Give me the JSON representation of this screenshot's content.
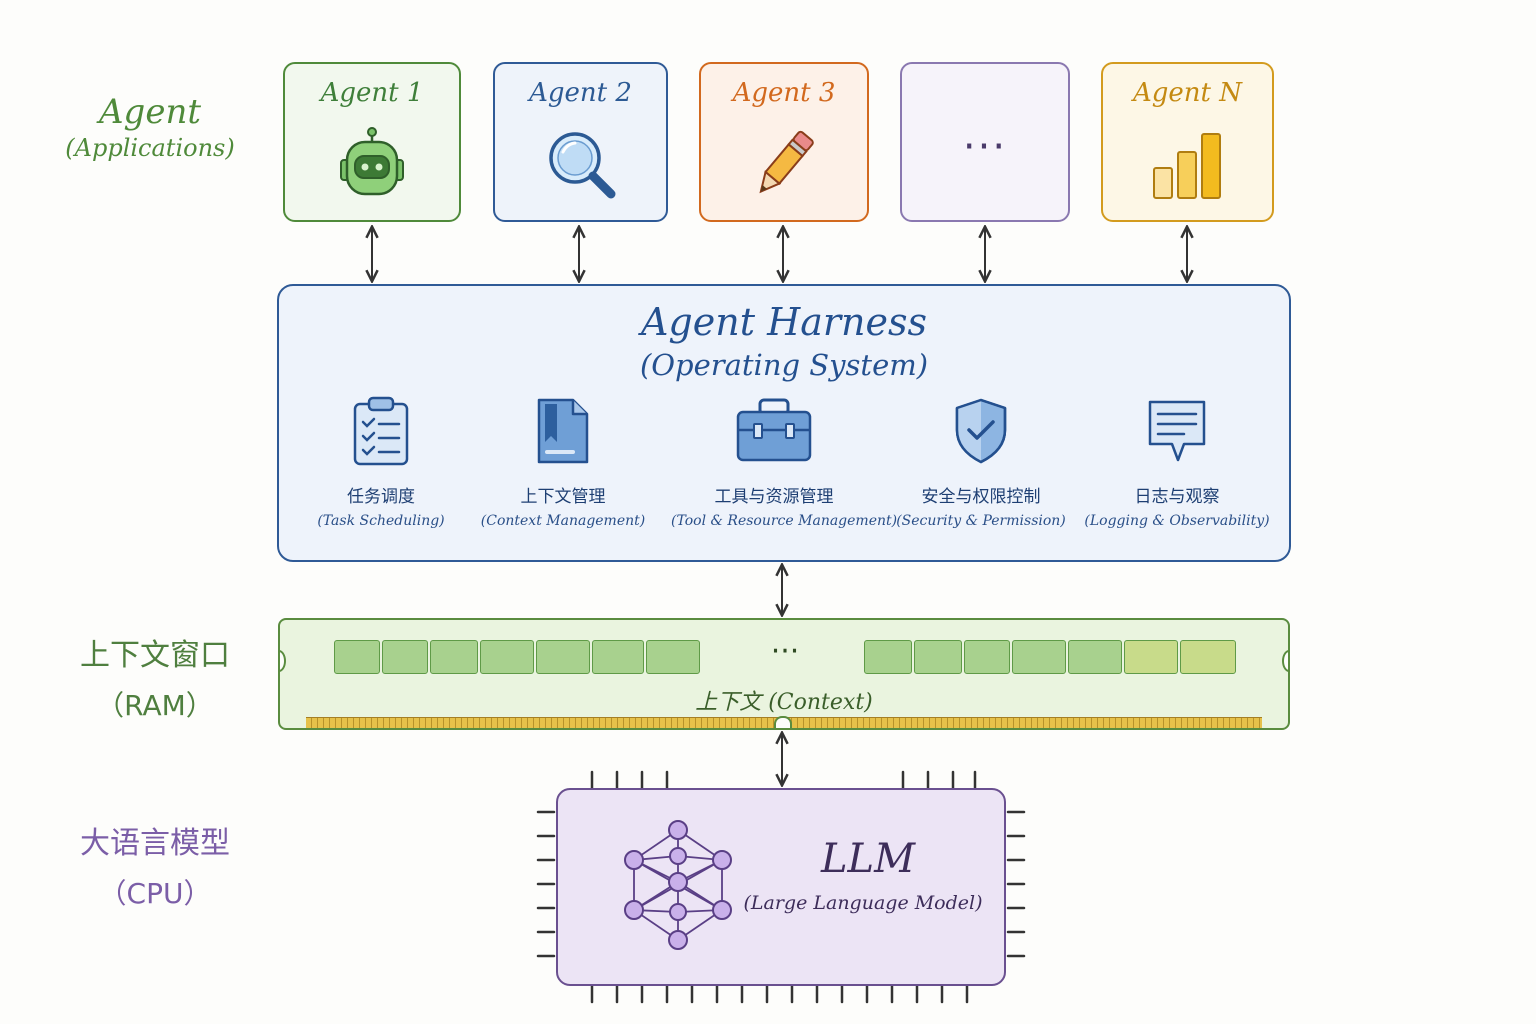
{
  "layers": {
    "agent": {
      "main": "Agent",
      "sub": "(Applications)",
      "color": "#4f8a3a"
    },
    "ram": {
      "main": "上下文窗口",
      "sub": "（RAM）",
      "color": "#4f7f3f"
    },
    "cpu": {
      "main": "大语言模型",
      "sub": "（CPU）",
      "color": "#7b5ea7"
    }
  },
  "agents": [
    {
      "title": "Agent 1",
      "icon": "robot-icon",
      "color": "#3f7f3a",
      "bg": "#f2f8ee"
    },
    {
      "title": "Agent 2",
      "icon": "magnifier-icon",
      "color": "#2c5a94",
      "bg": "#eef3fa"
    },
    {
      "title": "Agent 3",
      "icon": "pencil-icon",
      "color": "#d2691e",
      "bg": "#fdf1e8"
    },
    {
      "title": "",
      "icon": "ellipsis-icon",
      "dots": "···",
      "color": "#7d6a9e",
      "bg": "#f6f3fa"
    },
    {
      "title": "Agent N",
      "icon": "bar-chart-icon",
      "color": "#c48a12",
      "bg": "#fdf7e6"
    }
  ],
  "harness": {
    "title": "Agent Harness",
    "subtitle": "(Operating System)",
    "functions": [
      {
        "label": "任务调度",
        "sub": "(Task Scheduling)",
        "icon": "clipboard-checklist-icon"
      },
      {
        "label": "上下文管理",
        "sub": "(Context Management)",
        "icon": "document-icon"
      },
      {
        "label": "工具与资源管理",
        "sub": "(Tool & Resource Management)",
        "icon": "toolbox-icon"
      },
      {
        "label": "安全与权限控制",
        "sub": "(Security & Permission)",
        "icon": "shield-check-icon"
      },
      {
        "label": "日志与观察",
        "sub": "(Logging & Observability)",
        "icon": "chat-log-icon"
      }
    ]
  },
  "context": {
    "label": "上下文 (Context)",
    "dots": "···"
  },
  "llm": {
    "title": "LLM",
    "subtitle": "(Large Language Model)",
    "icon": "neural-network-icon"
  }
}
